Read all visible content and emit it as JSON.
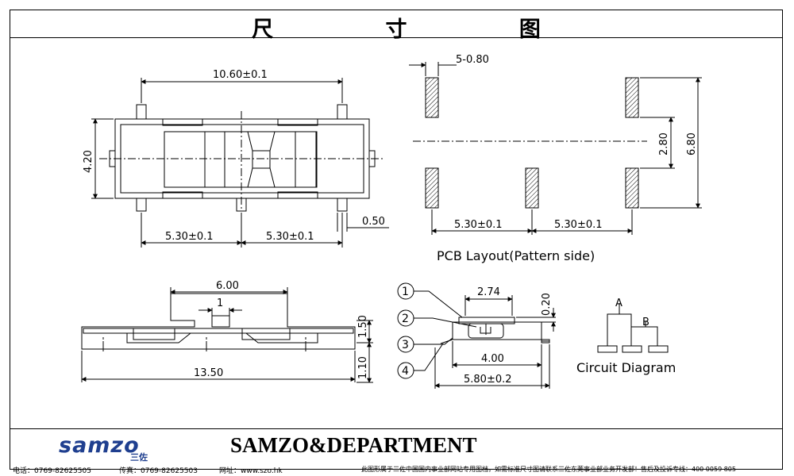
{
  "header": {
    "title": "尺 寸 图"
  },
  "top_view": {
    "dim_length": "10.60±0.1",
    "dim_height": "4.20",
    "dim_pitch_left": "5.30±0.1",
    "dim_pitch_right": "5.30±0.1",
    "dim_pin_width": "0.50"
  },
  "pcb_layout": {
    "dim_pads": "5-0.80",
    "dim_pad_gap": "2.80",
    "dim_pad_span": "6.80",
    "dim_pitch_left": "5.30±0.1",
    "dim_pitch_right": "5.30±0.1",
    "caption": "PCB Layout(Pattern side)"
  },
  "side_view": {
    "dim_actuator_width": "6.00",
    "dim_actuator_knob": "1",
    "dim_total_length": "13.50",
    "dim_body_height": "1.50",
    "dim_pin_height": "1.10"
  },
  "end_view": {
    "dim_top": "2.74",
    "dim_thickness": "0.20",
    "dim_body_width": "4.00",
    "dim_total_width": "5.80±0.2",
    "callouts": [
      "1",
      "2",
      "3",
      "4"
    ]
  },
  "circuit": {
    "label_a": "A",
    "label_b": "B",
    "caption": "Circuit Diagram"
  },
  "footer": {
    "logo": "samzo",
    "logo_cn": "三佐",
    "brand": "SAMZO&DEPARTMENT",
    "phone": "电话：0769-82625505",
    "fax": "传真：0769-82625503",
    "website": "网址：www.szo.hk",
    "notice": "此图形属于三佐中国国内事业部网站专用图档，如需标准尺寸图请联系三佐东莞事业部业务开发部！售后及投诉专线：400 0059 805"
  },
  "colors": {
    "ink": "#000000",
    "logo_blue": "#1f3f8f",
    "pad_fill": "#bdbdbd"
  }
}
